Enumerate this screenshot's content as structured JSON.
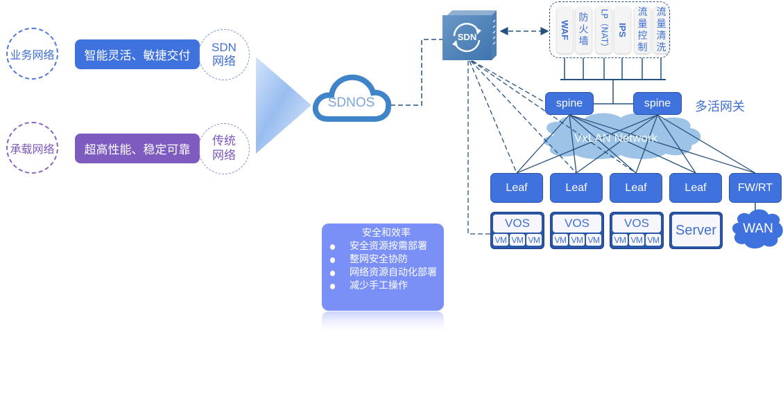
{
  "left_panel": {
    "rows": [
      {
        "category": "业务网络",
        "feature": "智能灵活、敏捷交付",
        "network_type": [
          "SDN",
          "网络"
        ],
        "accent": "#3f6fd3"
      },
      {
        "category": "承载网络",
        "feature": "超高性能、稳定可靠",
        "network_type": [
          "传统",
          "网络"
        ],
        "accent": "#7d57bf"
      }
    ]
  },
  "sdnos": {
    "label": "SDNOS",
    "color": "#3f84c8"
  },
  "controller": {
    "label": "SDN"
  },
  "security_services": [
    {
      "label": "WAF",
      "orientation": "rotated"
    },
    {
      "label": "防\n火\n墙",
      "orientation": "vertical"
    },
    {
      "label": "LP（NAT）",
      "orientation": "rotated"
    },
    {
      "label": "IPS",
      "orientation": "rotated"
    },
    {
      "label": "流\n量\n控\n制",
      "orientation": "vertical"
    },
    {
      "label": "流\n量\n清\n洗",
      "orientation": "vertical"
    }
  ],
  "spines": [
    {
      "label": "spine"
    },
    {
      "label": "spine"
    }
  ],
  "gateway_label": "多活网关",
  "overlay": {
    "label": "VxLAN Network",
    "color": "#9dc3e6"
  },
  "leaves": [
    {
      "label": "Leaf"
    },
    {
      "label": "Leaf"
    },
    {
      "label": "Leaf"
    },
    {
      "label": "Leaf"
    },
    {
      "label": "FW/RT"
    }
  ],
  "hosts": [
    {
      "type": "vos",
      "label": "VOS",
      "vms": [
        "VM",
        "VM",
        "VM"
      ]
    },
    {
      "type": "vos",
      "label": "VOS",
      "vms": [
        "VM",
        "VM",
        "VM"
      ]
    },
    {
      "type": "vos",
      "label": "VOS",
      "vms": [
        "VM",
        "VM",
        "VM"
      ]
    },
    {
      "type": "server",
      "label": "Server"
    }
  ],
  "wan": {
    "label": "WAN"
  },
  "info_box": {
    "title": "安全和效率",
    "items": [
      "安全资源按需部署",
      "整网安全协防",
      "网络资源自动化部署",
      "减少手工操作"
    ],
    "color": "#7b90f7"
  }
}
